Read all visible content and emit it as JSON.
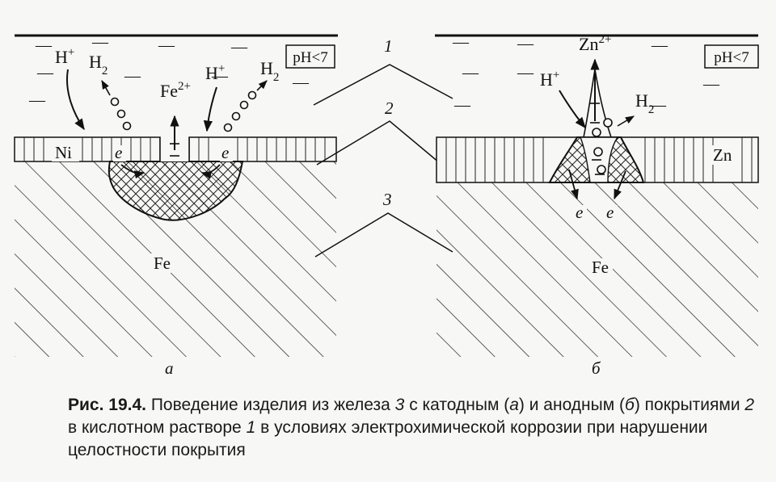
{
  "diagram": {
    "panel_a": {
      "ph_box": "pH<7",
      "h_plus_left": "H",
      "h_plus_left_sup": "+",
      "h2_left": "H",
      "h2_left_sub": "2",
      "fe2plus": "Fe",
      "fe2plus_sup": "2+",
      "h_plus_right": "H",
      "h_plus_right_sup": "+",
      "h2_right": "H",
      "h2_right_sub": "2",
      "coating_metal": "Ni",
      "electron_left": "e",
      "electron_right": "e",
      "base_metal": "Fe",
      "panel_label": "а"
    },
    "panel_b": {
      "ph_box": "pH<7",
      "zn2plus": "Zn",
      "zn2plus_sup": "2+",
      "h_plus": "H",
      "h_plus_sup": "+",
      "h2": "H",
      "h2_sub": "2",
      "coating_metal": "Zn",
      "electron_left": "e",
      "electron_right": "e",
      "base_metal": "Fe",
      "panel_label": "б"
    },
    "callouts": {
      "one": "1",
      "two": "2",
      "three": "3"
    },
    "minus_sign": "—"
  },
  "caption": {
    "fig_label": "Рис. 19.4.",
    "t1": " Поведение изделия из железа ",
    "n3": "3",
    "t2": " с катодным (",
    "a": "а",
    "t3": ") и анодным (",
    "b": "б",
    "t4": ") покрытиями ",
    "n2": "2",
    "t5": " в кислотном растворе ",
    "n1": "1",
    "t6": " в условиях электрохимической коррозии при нарушении целостности покрытия"
  }
}
